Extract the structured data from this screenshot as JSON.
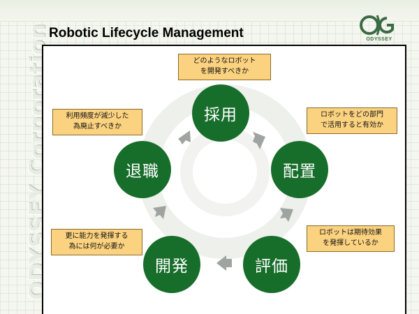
{
  "header": {
    "title": "Robotic Lifecycle Management",
    "side_text": "ODYSSEY Corporation",
    "logo_text": "ODYSSEY"
  },
  "cycle": {
    "stages": {
      "adopt": "採用",
      "deploy": "配置",
      "evaluate": "評価",
      "develop": "開発",
      "retire": "退職"
    },
    "notes": {
      "adopt": [
        "どのようなロボット",
        "を開発すべきか"
      ],
      "deploy": [
        "ロボットをどの部門",
        "で活用すると有効か"
      ],
      "evaluate": [
        "ロボットは期待効果",
        "を発揮しているか"
      ],
      "develop": [
        "更に能力を発揮する",
        "為には何が必要か"
      ],
      "retire": [
        "利用頻度が減少した",
        "為廃止すべきか"
      ]
    }
  },
  "colors": {
    "stage_fill": "#176d2a",
    "note_fill": "#fbd27f",
    "arrow": "#a0a4a0"
  }
}
